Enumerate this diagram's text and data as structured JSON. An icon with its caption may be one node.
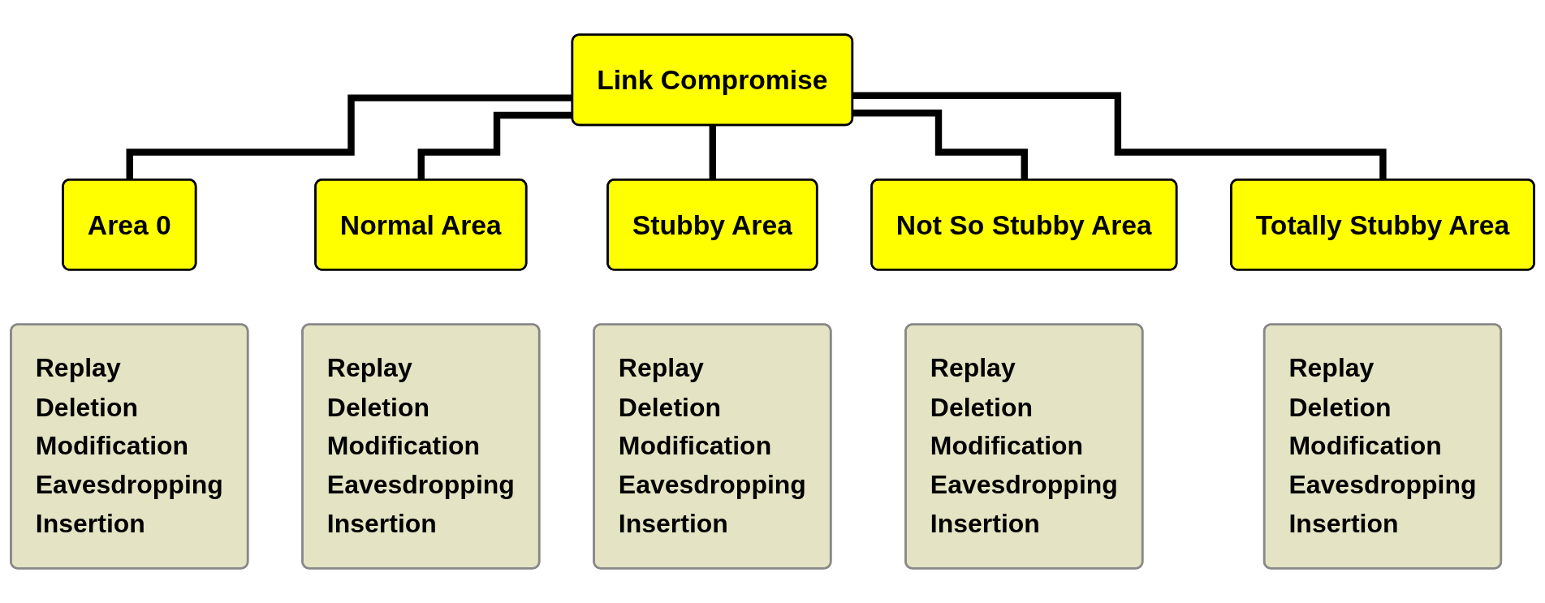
{
  "diagram": {
    "nodes": [
      {
        "text": [
          "Link Compromise"
        ]
      },
      {
        "text": [
          "Area 0"
        ]
      },
      {
        "text": [
          "Replay",
          "Deletion",
          "Modification",
          "Eavesdropping",
          "Insertion"
        ]
      },
      {
        "text": [
          "Normal Area"
        ]
      },
      {
        "text": [
          "Replay",
          "Deletion",
          "Modification",
          "Eavesdropping",
          "Insertion"
        ]
      },
      {
        "text": [
          "Stubby Area"
        ]
      },
      {
        "text": [
          "Replay",
          "Deletion",
          "Modification",
          "Eavesdropping",
          "Insertion"
        ]
      },
      {
        "text": [
          "Not So Stubby Area"
        ]
      },
      {
        "text": [
          "Replay",
          "Deletion",
          "Modification",
          "Eavesdropping",
          "Insertion"
        ]
      },
      {
        "text": [
          "Totally Stubby Area"
        ]
      },
      {
        "text": [
          "Replay",
          "Deletion",
          "Modification",
          "Eavesdropping",
          "Insertion"
        ]
      }
    ],
    "edges": [
      {
        "from": 0,
        "to": 1,
        "arrow": "none"
      },
      {
        "from": 0,
        "to": 3,
        "arrow": "none"
      },
      {
        "from": 0,
        "to": 5,
        "arrow": "none"
      },
      {
        "from": 0,
        "to": 7,
        "arrow": "none"
      },
      {
        "from": 0,
        "to": 9,
        "arrow": "none"
      }
    ]
  }
}
